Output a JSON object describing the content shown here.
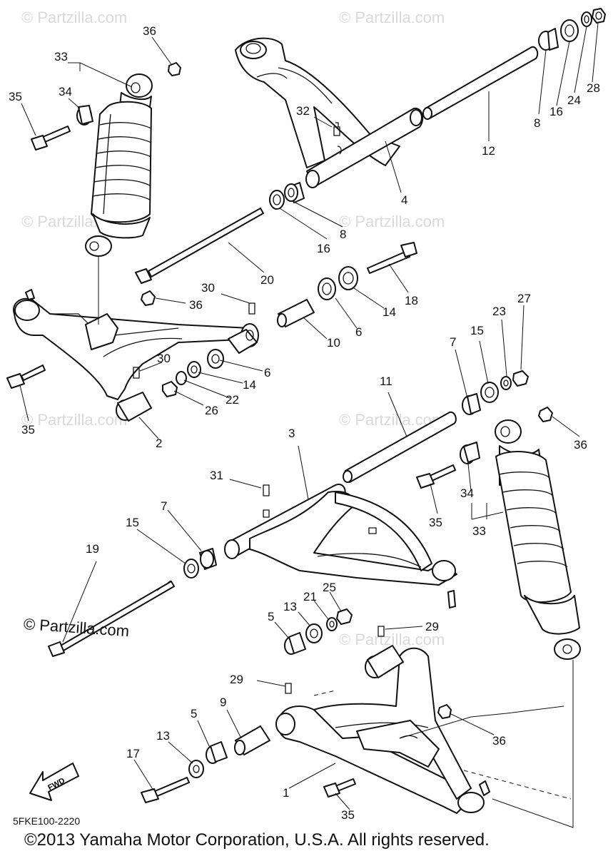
{
  "diagram": {
    "code": "5FKE100-2220",
    "copyright": "©2013 Yamaha Motor Corporation, U.S.A. All rights reserved.",
    "partzilla_credit": "© Partzilla.com",
    "watermark": "© Partzilla.com",
    "fwd_label": "FWD"
  },
  "callouts": [
    "36",
    "33",
    "34",
    "35",
    "32",
    "8",
    "16",
    "24",
    "28",
    "12",
    "4",
    "16",
    "8",
    "20",
    "30",
    "36",
    "18",
    "14",
    "6",
    "10",
    "30",
    "6",
    "14",
    "22",
    "26",
    "35",
    "2",
    "7",
    "15",
    "23",
    "27",
    "11",
    "3",
    "36",
    "31",
    "34",
    "35",
    "33",
    "7",
    "15",
    "19",
    "13",
    "21",
    "25",
    "5",
    "29",
    "29",
    "9",
    "5",
    "13",
    "17",
    "1",
    "36",
    "35"
  ]
}
